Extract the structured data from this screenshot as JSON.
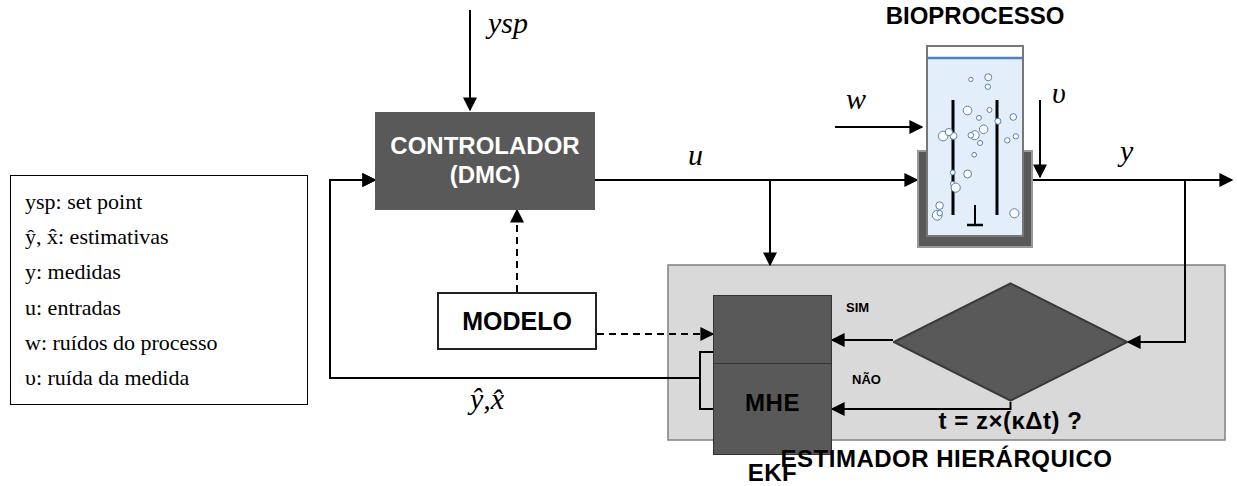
{
  "diagram": {
    "nodes": [
      {
        "text": [
          "ysp: set point",
          "ŷ, x̂: estimativas",
          "y: medidas",
          "u: entradas",
          "w: ruídos do processo",
          "υ: ruída da medida"
        ]
      },
      {
        "text": [
          "CONTROLADOR (DMC)"
        ]
      },
      {
        "text": [
          "BIOPROCESSO"
        ]
      },
      {
        "text": [
          "MODELO"
        ]
      },
      {
        "text": [
          "ESTIMADOR HIERÁRQUICO"
        ]
      },
      {
        "text": [
          "MHE"
        ],
        "in": 4
      },
      {
        "text": [
          "EKF"
        ],
        "in": 4
      },
      {
        "text": [
          "t = z×(κΔt) ?"
        ],
        "in": 4
      }
    ],
    "edges": [
      {
        "from": 1,
        "to": 2,
        "arrow": "to",
        "label": "u"
      },
      {
        "from": 1,
        "to": 4,
        "arrow": "to"
      },
      {
        "from": 2,
        "to": 7,
        "arrow": "to"
      },
      {
        "from": 7,
        "to": 5,
        "arrow": "to",
        "label": "SIM"
      },
      {
        "from": 7,
        "to": 6,
        "arrow": "to",
        "label": "NÃO"
      },
      {
        "from": 5,
        "to": 1,
        "arrow": "to",
        "label": "ŷ,x̂"
      },
      {
        "from": 6,
        "to": 1,
        "arrow": "to"
      },
      {
        "from": 3,
        "to": 1,
        "arrow": "to"
      },
      {
        "from": 3,
        "to": 5,
        "arrow": "to"
      }
    ],
    "labels": [
      "ysp",
      "w",
      "υ",
      "y"
    ]
  }
}
